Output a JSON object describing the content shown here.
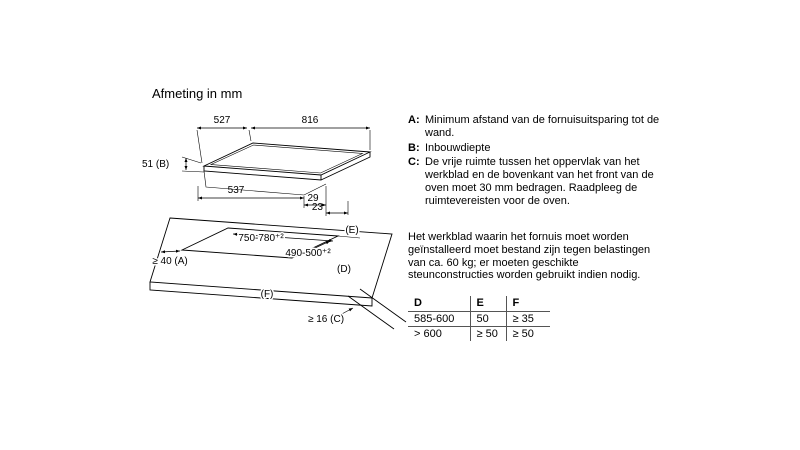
{
  "page": {
    "title": "Afmeting in mm"
  },
  "diagram": {
    "dim_527": "527",
    "dim_816": "816",
    "dim_51": "51 (B)",
    "dim_537": "537",
    "dim_29": "29",
    "dim_23": "23",
    "cutout_width": "750-780⁺²",
    "cutout_depth": "490-500⁺²",
    "label_e": "(E)",
    "label_d": "(D)",
    "label_f": "(F)",
    "label_a": "≥ 40 (A)",
    "label_c": "≥ 16 (C)"
  },
  "legend": {
    "items": [
      {
        "key": "A:",
        "text": "Minimum afstand van de fornuisuitsparing tot de wand."
      },
      {
        "key": "B:",
        "text": "Inbouwdiepte"
      },
      {
        "key": "C:",
        "text": "De vrije ruimte tussen het oppervlak van het werkblad en de bovenkant van het front van de oven moet 30 mm bedragen. Raadpleeg de ruimtevereisten voor de oven."
      }
    ],
    "note": "Het werkblad waarin het fornuis moet worden geïnstalleerd moet bestand zijn tegen belastingen van ca. 60 kg; er moeten geschikte steunconstructies worden gebruikt indien nodig."
  },
  "table": {
    "headers": [
      "D",
      "E",
      "F"
    ],
    "rows": [
      [
        "585-600",
        "50",
        "≥ 35"
      ],
      [
        "> 600",
        "≥ 50",
        "≥ 50"
      ]
    ]
  }
}
